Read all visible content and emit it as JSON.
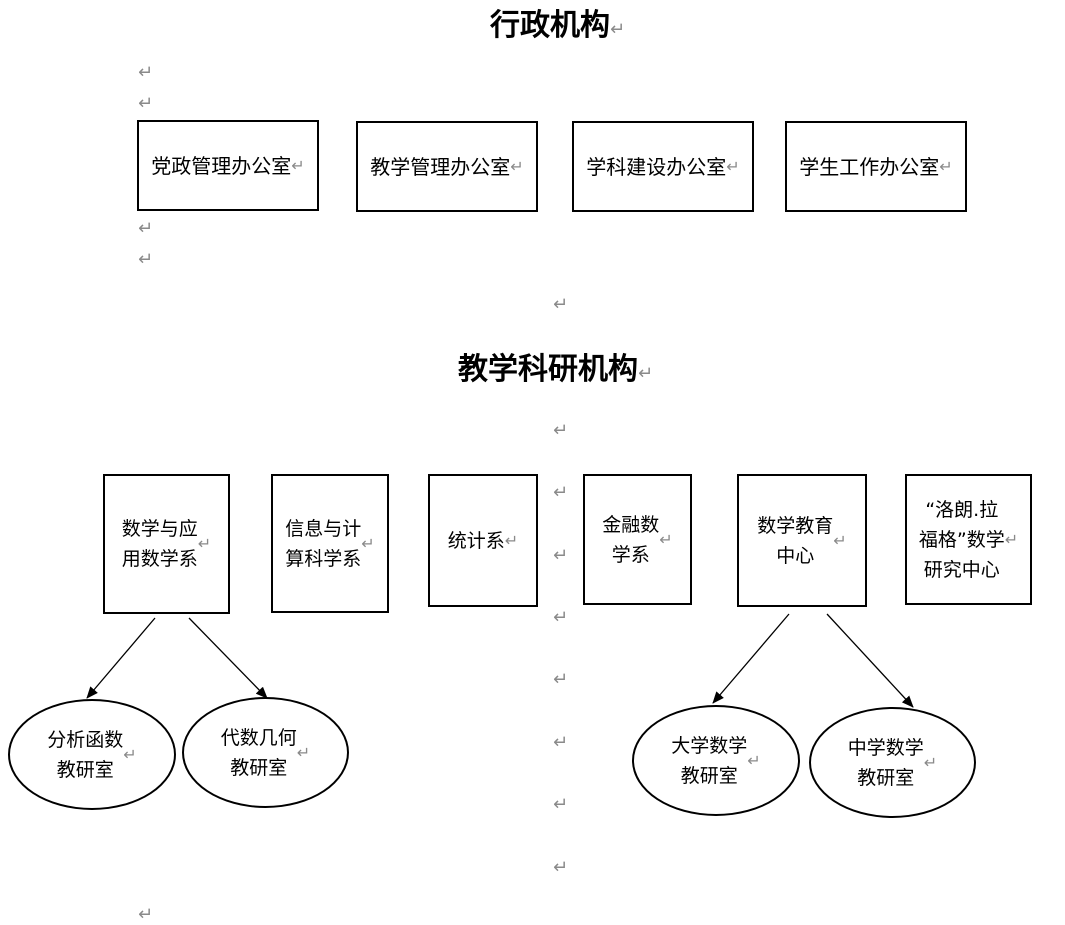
{
  "return_mark": "↵",
  "admin": {
    "title": "行政机构",
    "offices": [
      "党政管理办公室",
      "教学管理办公室",
      "学科建设办公室",
      "学生工作办公室"
    ]
  },
  "research": {
    "title": "教学科研机构",
    "departments": [
      "数学与应\n用数学系",
      "信息与计\n算科学系",
      "统计系",
      "金融数\n学系",
      "数学教育\n中心",
      "“洛朗.拉\n福格”数学\n研究中心"
    ],
    "teaching_rooms": [
      "分析函数\n教研室",
      "代数几何\n教研室",
      "大学数学\n教研室",
      "中学数学\n教研室"
    ]
  }
}
